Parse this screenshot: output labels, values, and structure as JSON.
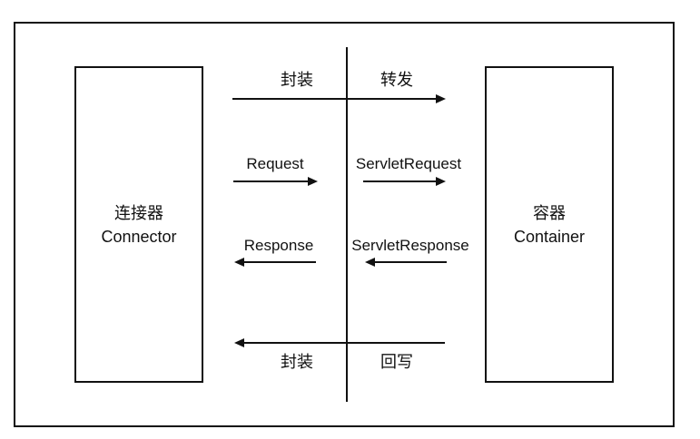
{
  "diagram": {
    "left_box": {
      "title_zh": "连接器",
      "title_en": "Connector"
    },
    "right_box": {
      "title_zh": "容器",
      "title_en": "Container"
    },
    "flows": {
      "top_left_label": "封装",
      "top_right_label": "转发",
      "request_label": "Request",
      "servlet_request_label": "ServletRequest",
      "response_label": "Response",
      "servlet_response_label": "ServletResponse",
      "bottom_left_label": "封装",
      "bottom_right_label": "回写"
    },
    "colors": {
      "line": "#111111",
      "background": "#ffffff"
    }
  }
}
